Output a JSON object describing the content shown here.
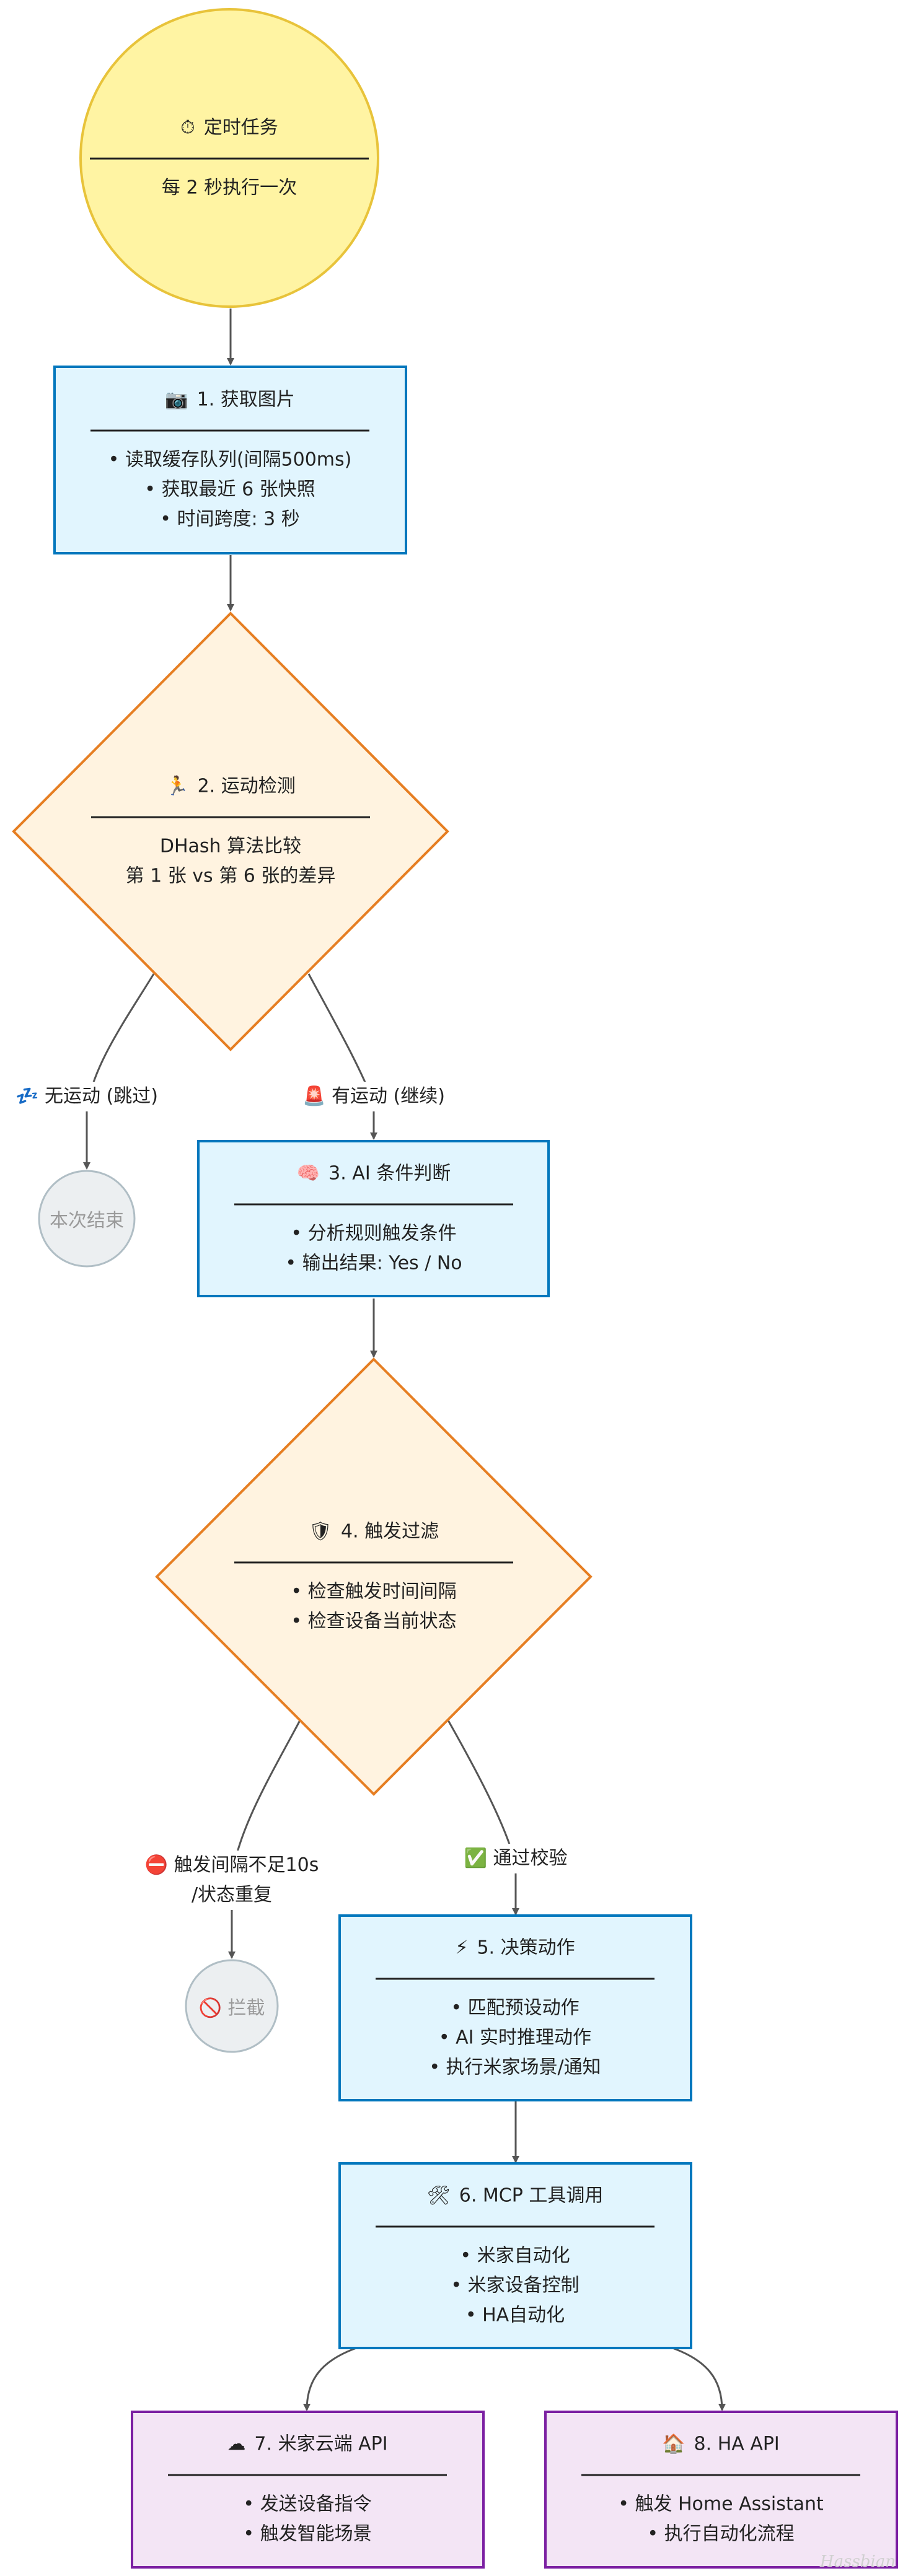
{
  "nodes": {
    "timer": {
      "icon": "⏱",
      "title": "定时任务",
      "lines": [
        "每 2 秒执行一次"
      ]
    },
    "fetch": {
      "icon": "📷",
      "title": "1. 获取图片",
      "lines": [
        "• 读取缓存队列(间隔500ms)",
        "• 获取最近 6 张快照",
        "• 时间跨度: 3 秒"
      ]
    },
    "motion": {
      "icon": "🏃",
      "title": "2. 运动检测",
      "lines": [
        "DHash 算法比较",
        "第 1 张 vs 第 6 张的差异"
      ]
    },
    "end_skip": {
      "text": "本次结束"
    },
    "ai_judge": {
      "icon": "🧠",
      "title": "3. AI 条件判断",
      "lines": [
        "• 分析规则触发条件",
        "• 输出结果: Yes / No"
      ]
    },
    "filter": {
      "icon": "🛡",
      "title": "4. 触发过滤",
      "lines": [
        "• 检查触发时间间隔",
        "• 检查设备当前状态"
      ]
    },
    "block": {
      "icon": "🚫",
      "text": "拦截"
    },
    "decision": {
      "icon": "⚡",
      "title": "5. 决策动作",
      "lines": [
        "• 匹配预设动作",
        "• AI 实时推理动作",
        "• 执行米家场景/通知"
      ]
    },
    "mcp": {
      "icon": "🛠",
      "title": "6. MCP 工具调用",
      "lines": [
        "• 米家自动化",
        "• 米家设备控制",
        "• HA自动化"
      ]
    },
    "mijia_api": {
      "icon": "☁",
      "title": "7. 米家云端 API",
      "lines": [
        "• 发送设备指令",
        "• 触发智能场景"
      ]
    },
    "ha_api": {
      "icon": "🏠",
      "title": "8. HA API",
      "lines": [
        "• 触发 Home Assistant",
        "• 执行自动化流程"
      ]
    }
  },
  "edges": {
    "no_motion": {
      "icon": "💤",
      "text": "无运动 (跳过)"
    },
    "has_motion": {
      "icon": "🚨",
      "text": "有运动 (继续)"
    },
    "blocked": {
      "icon": "⛔",
      "lines": [
        "触发间隔不足10s",
        "/状态重复"
      ]
    },
    "passed": {
      "icon": "✅",
      "text": "通过校验"
    }
  },
  "colors": {
    "timer_fill": "#fff4a3",
    "timer_stroke": "#e8c33a",
    "process_fill": "#e1f5fe",
    "process_stroke": "#0277bd",
    "decision_fill": "#fff3e0",
    "decision_stroke": "#e67e22",
    "api_fill": "#f3e5f5",
    "api_stroke": "#7b1fa2",
    "end_fill": "#eceff1",
    "end_stroke": "#b0bec5",
    "arrow": "#555555"
  },
  "watermark": "Hassbian"
}
